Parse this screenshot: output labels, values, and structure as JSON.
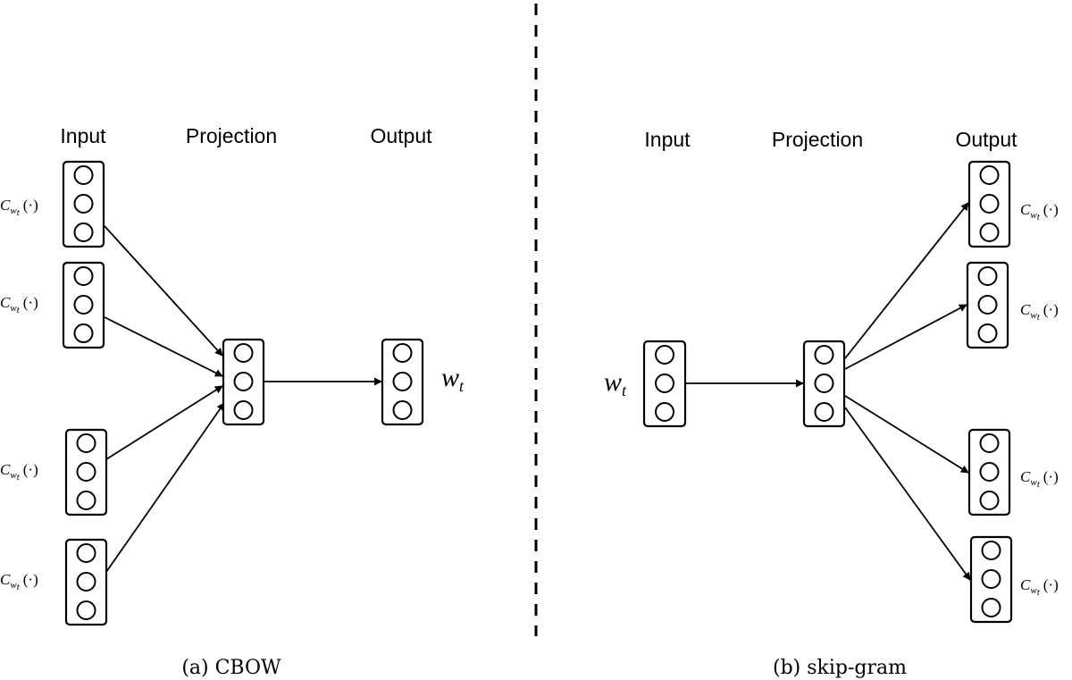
{
  "cbow": {
    "input_header": "Input",
    "projection_header": "Projection",
    "output_header": "Output",
    "context_label_main": "C",
    "context_label_sub": "w",
    "context_label_subsub": "t",
    "context_label_arg": "(·)",
    "target_label_main": "w",
    "target_label_sub": "t",
    "caption": "(a) CBOW"
  },
  "skipgram": {
    "input_header": "Input",
    "projection_header": "Projection",
    "output_header": "Output",
    "target_label_main": "w",
    "target_label_sub": "t",
    "context_label_main": "C",
    "context_label_sub": "w",
    "context_label_subsub": "t",
    "context_label_arg": "(·)",
    "caption": "(b) skip-gram"
  }
}
